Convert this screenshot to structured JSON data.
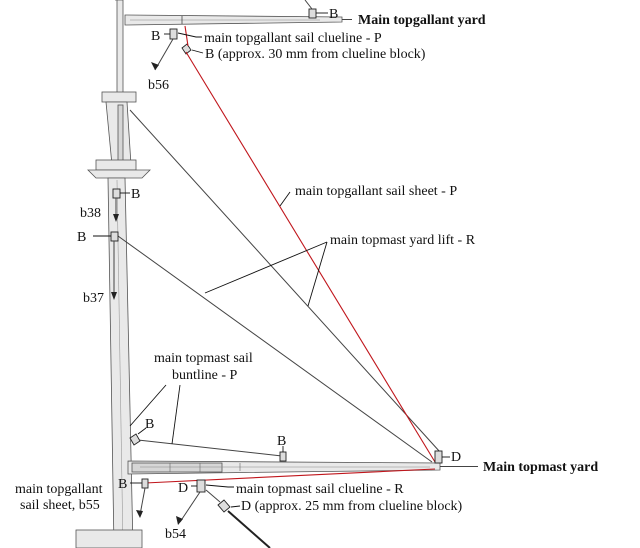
{
  "labels": {
    "top_b": "B",
    "main_topgallant_yard": "Main topgallant yard",
    "clueline_b": "B",
    "topgallant_clueline": "main topgallant sail clueline - P",
    "topgallant_b_note": "B (approx. 30 mm from clueline block)",
    "b56": "b56",
    "mast_b1": "B",
    "b38": "b38",
    "mast_b2": "B",
    "b37": "b37",
    "topgallant_sheet": "main topgallant sail sheet - P",
    "topmast_lift": "main topmast yard lift - R",
    "buntline_line1": "main topmast sail",
    "buntline_line2": "buntline - P",
    "buntline_b": "B",
    "yard_b": "B",
    "yard_d": "D",
    "main_topmast_yard": "Main topmast yard",
    "sheet_b": "B",
    "sheet_line1": "main topgallant",
    "sheet_line2": "sail sheet, b55",
    "clueline_d": "D",
    "topmast_clueline": "main topmast sail clueline - R",
    "topmast_d_note": "D (approx. 25 mm from clueline block)",
    "b54": "b54"
  },
  "colors": {
    "red_rope": "#c0161c",
    "rope": "#444444",
    "spar": "#e9e9e9",
    "text": "#111111"
  }
}
